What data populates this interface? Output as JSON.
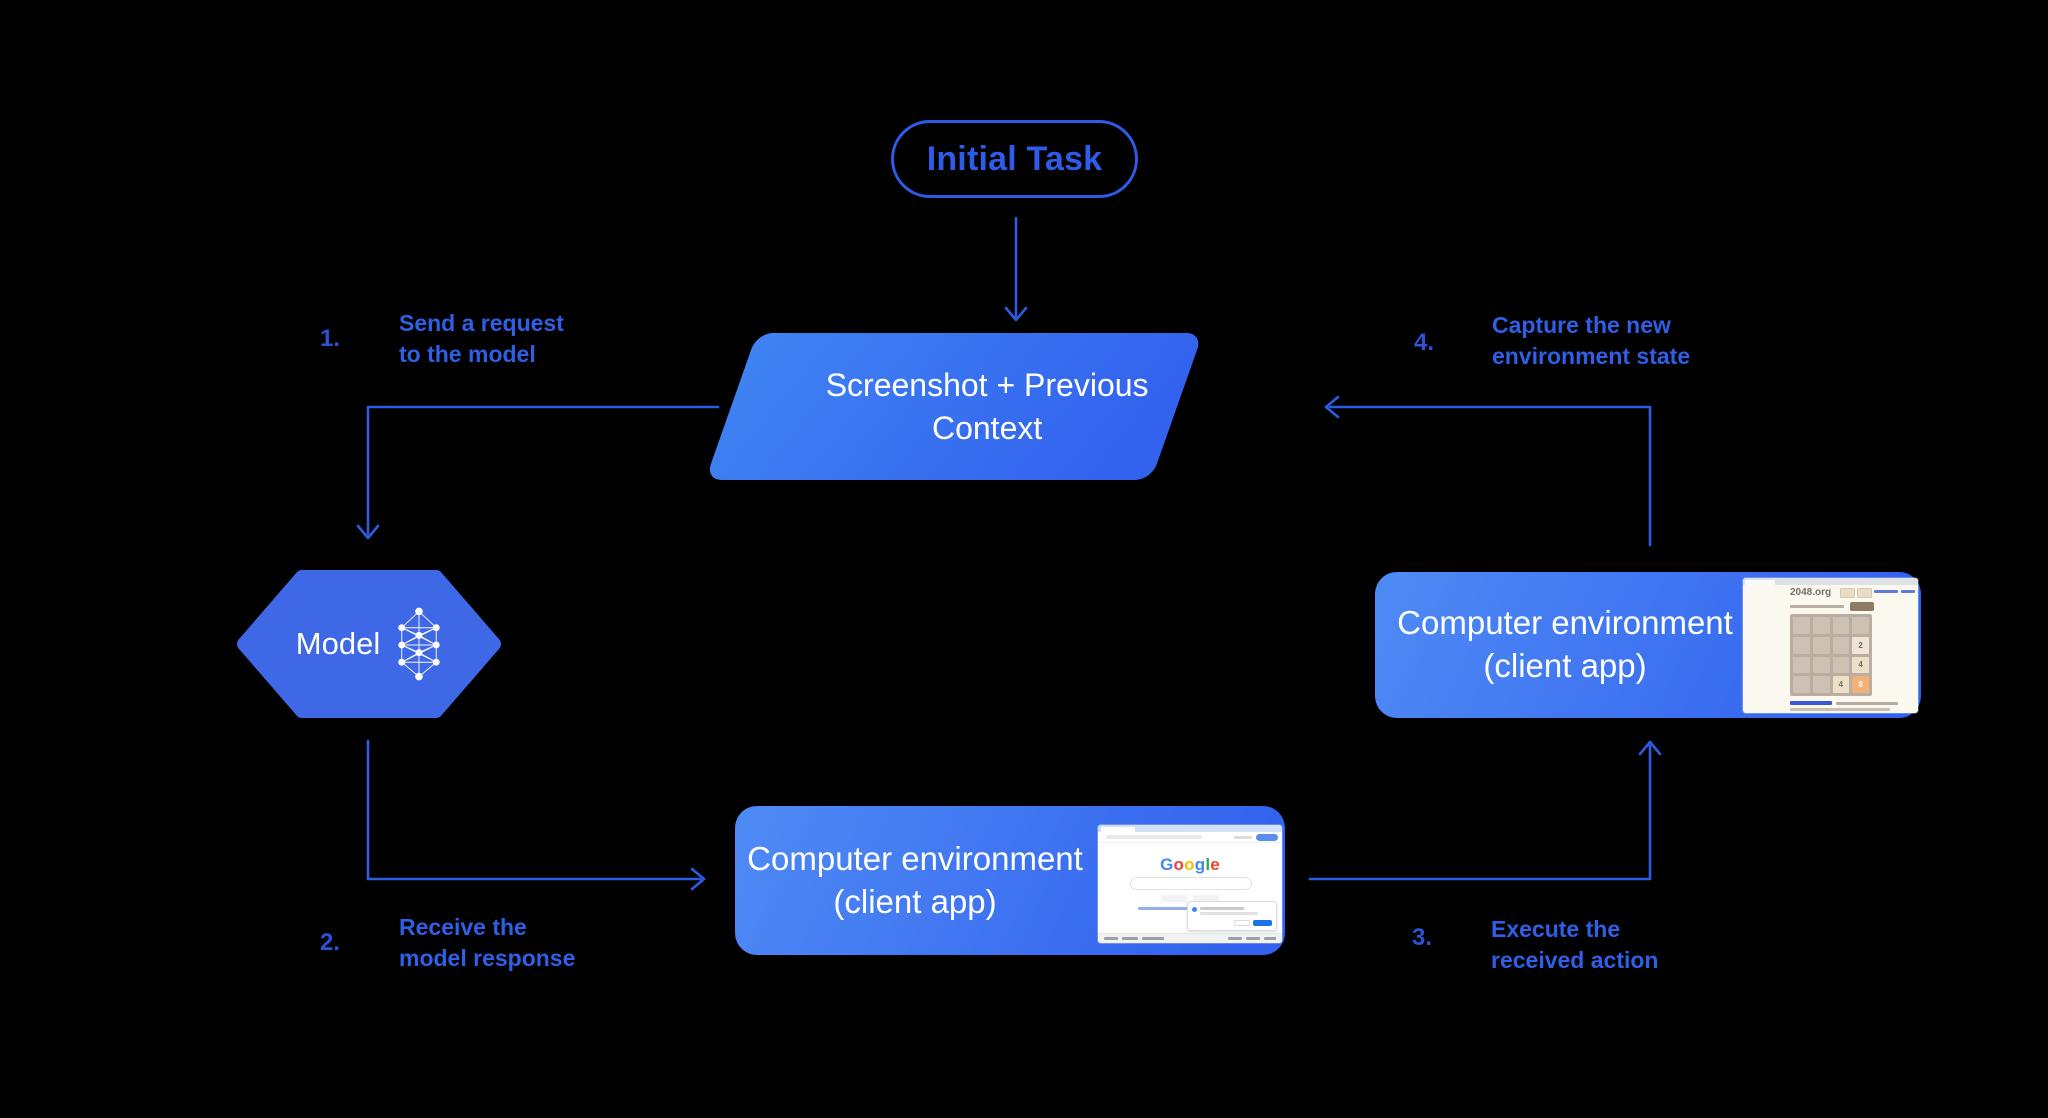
{
  "colors": {
    "background": "#000000",
    "accent_line": "#2d5be4",
    "pill_accent": "#2e5be8",
    "label_text": "#2e5fe6",
    "number_text": "#2d52d6",
    "parallelogram_gradient": [
      "#3f83f3",
      "#3363ee"
    ],
    "box_gradient": [
      "#4f8bf5",
      "#3262ee"
    ],
    "hexagon_fill": "#3e68e6"
  },
  "nodes": {
    "initial_task": {
      "label": "Initial Task"
    },
    "screenshot_context": {
      "label": "Screenshot + Previous Context"
    },
    "model": {
      "label": "Model"
    },
    "env_bottom": {
      "title": "Computer environment",
      "subtitle": "(client app)"
    },
    "env_right": {
      "title": "Computer environment",
      "subtitle": "(client app)"
    }
  },
  "steps": [
    {
      "num": "1.",
      "line1": "Send a request",
      "line2": "to the model"
    },
    {
      "num": "2.",
      "line1": "Receive the",
      "line2": "model response"
    },
    {
      "num": "3.",
      "line1": "Execute the",
      "line2": "received action"
    },
    {
      "num": "4.",
      "line1": "Capture the new",
      "line2": "environment state"
    }
  ],
  "google_thumb": {
    "logo_letters": [
      [
        "G",
        "#4285f4"
      ],
      [
        "o",
        "#ea4335"
      ],
      [
        "o",
        "#fbbc05"
      ],
      [
        "g",
        "#4285f4"
      ],
      [
        "l",
        "#34a853"
      ],
      [
        "e",
        "#ea4335"
      ]
    ]
  },
  "game_thumb": {
    "site_title": "2048.org",
    "grid": [
      "",
      "",
      "",
      "",
      "",
      "",
      "",
      "2",
      "",
      "",
      "",
      "4",
      "",
      "",
      "4",
      "8"
    ]
  }
}
